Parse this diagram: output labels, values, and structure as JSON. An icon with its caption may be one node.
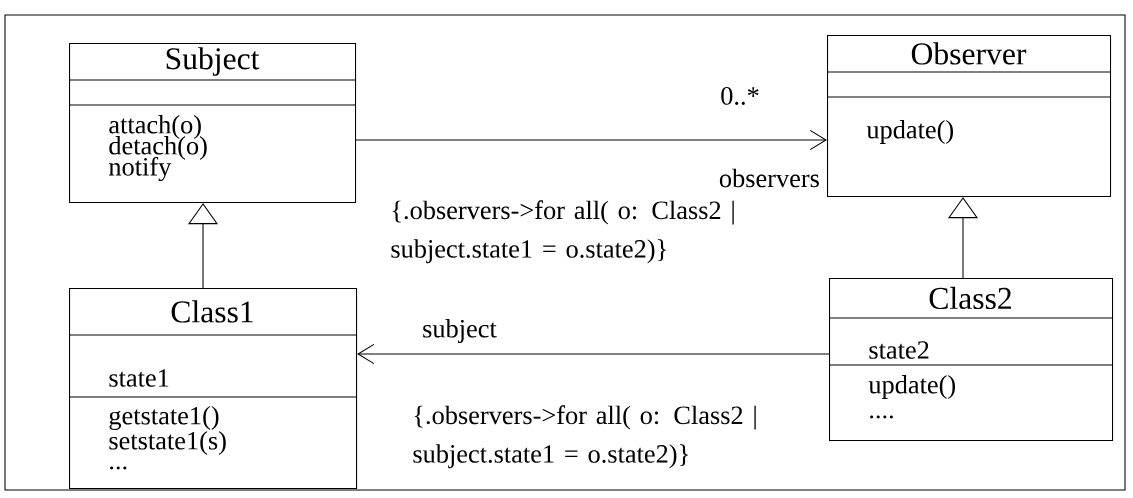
{
  "diagram": {
    "nodes": [
      {
        "text": [
          "Subject",
          "attach(o)",
          "detach(o)",
          "notify"
        ]
      },
      {
        "text": [
          "Observer",
          "update()"
        ]
      },
      {
        "text": [
          "Class1",
          "state1",
          "getstate1()",
          "setstate1(s)",
          "..."
        ]
      },
      {
        "text": [
          "Class2",
          "state2",
          "update()",
          "...."
        ]
      }
    ],
    "edges": [
      {
        "from": 0,
        "to": 1,
        "arrow": "to",
        "label": "observers"
      },
      {
        "from": 2,
        "to": 0,
        "arrow": "to"
      },
      {
        "from": 3,
        "to": 1,
        "arrow": "to"
      },
      {
        "from": 3,
        "to": 2,
        "arrow": "to",
        "label": "subject"
      }
    ],
    "labels": [
      "0..*",
      "{.observers->for all( o: Class2 | subject.state1 = o.state2)}",
      "{.observers->for all( o: Class2 | subject.state1 = o.state2)}"
    ]
  }
}
